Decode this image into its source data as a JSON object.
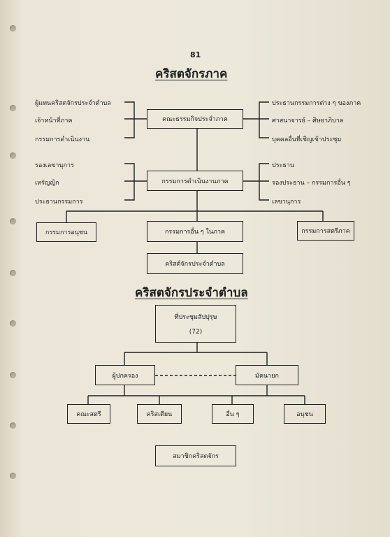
{
  "page_number": "81",
  "section1": {
    "title": "คริสตจักรภาค",
    "left_upper": [
      "ผู้แทนคริสตจักรประจำตำบล",
      "เจ้าหน้าที่ภาค",
      "กรรมการดำเนินงาน"
    ],
    "council_box": "คณะธรรมกิจประจำภาค",
    "right_upper": [
      "ประธานกรรมการต่าง ๆ ของภาค",
      "ศาสนาจารย์ – ศิษยาภิบาล",
      "บุคคลอื่นที่เชิญเข้าประชุม"
    ],
    "left_lower": [
      "รองเลขานุการ",
      "เหรัญญิก",
      "ประธานกรรมการ"
    ],
    "exec_box": "กรรมการดำเนินงานภาค",
    "right_lower": [
      "ประธาน",
      "รองประธาน – กรรมการอื่น ๆ",
      "เลขานุการ"
    ],
    "youth_box": "กรรมการอนุชน",
    "other_box": "กรรมการอื่น ๆ ในภาค",
    "women_box": "กรรมการสตรีภาค",
    "parish_box": "คริสต์จักรประจำตำบล"
  },
  "section2": {
    "title": "คริสตจักรประจำตำบล",
    "assembly_line1": "ที่ประชุมสัปปุรุษ",
    "assembly_line2": "(72)",
    "elder_box": "ผู้ปกครอง",
    "deacon_box": "มัคนายก",
    "groups": [
      "คณะสตรี",
      "คริสเตียน",
      "อื่น ๆ",
      "อนุชน"
    ],
    "members_box": "สมาชิกคริสตจักร"
  }
}
